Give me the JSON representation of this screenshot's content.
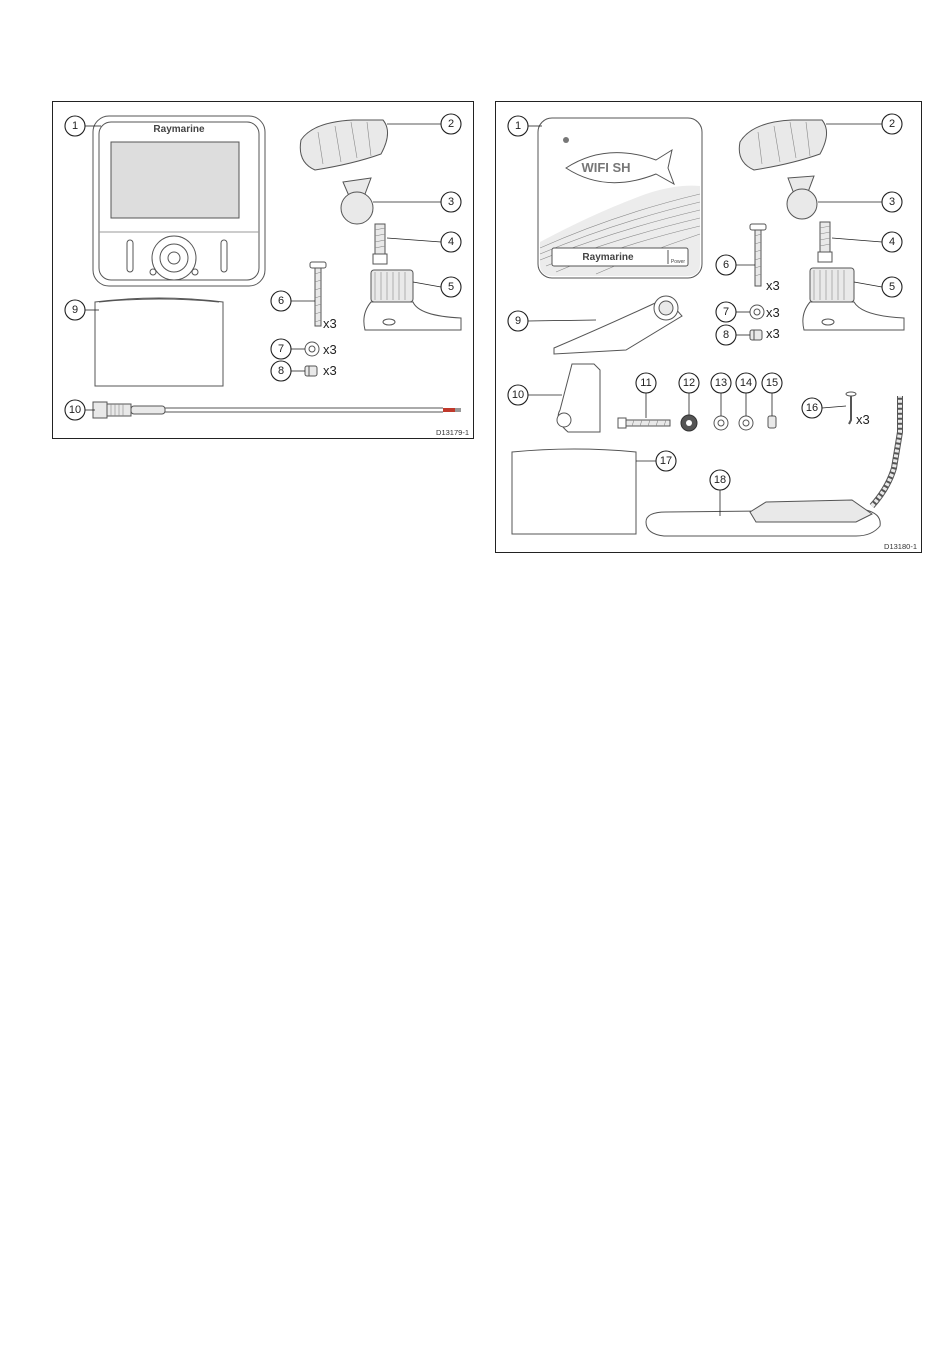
{
  "figures": [
    {
      "id": "left",
      "drawing_code": "D13179-1",
      "brand_label": "Raymarine",
      "callouts": [
        "1",
        "2",
        "3",
        "4",
        "5",
        "6",
        "7",
        "8",
        "9",
        "10"
      ],
      "quantities": {
        "q6": "x3",
        "q7": "x3",
        "q8": "x3"
      }
    },
    {
      "id": "right",
      "drawing_code": "D13180-1",
      "brand_label": "Raymarine",
      "product_logo": "WIFI SH",
      "power_label": "Power",
      "callouts": [
        "1",
        "2",
        "3",
        "4",
        "5",
        "6",
        "7",
        "8",
        "9",
        "10",
        "11",
        "12",
        "13",
        "14",
        "15",
        "16",
        "17",
        "18"
      ],
      "quantities": {
        "q6": "x3",
        "q7": "x3",
        "q8": "x3",
        "q16": "x3"
      }
    }
  ],
  "colors": {
    "line": "#222222",
    "part_fill": "#e9e9e9",
    "screen": "#dddddd",
    "cable_tip": "#c0392b"
  }
}
